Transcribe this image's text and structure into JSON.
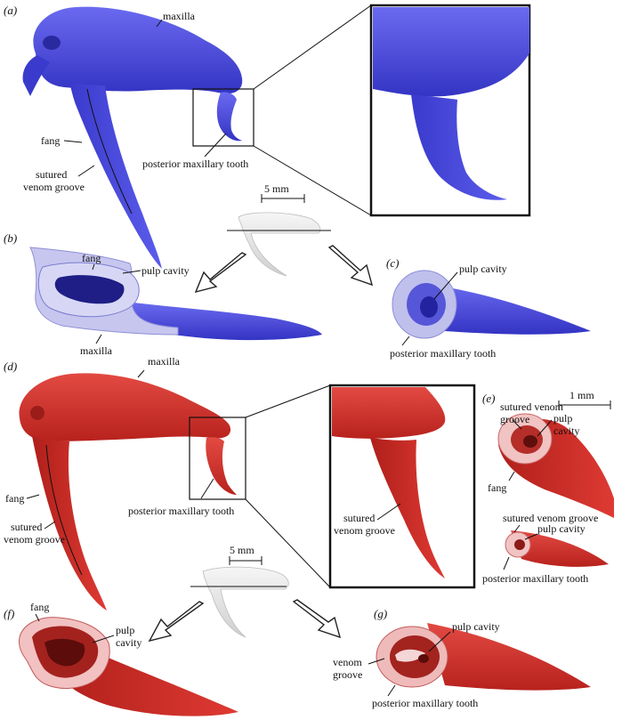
{
  "panels": {
    "a": {
      "tag": "(a)",
      "maxilla": "maxilla",
      "fang": "fang",
      "groove_l1": "sutured",
      "groove_l2": "venom groove",
      "post_tooth": "posterior maxillary tooth"
    },
    "scale_top": "5 mm",
    "b": {
      "tag": "(b)",
      "fang": "fang",
      "pulp": "pulp cavity",
      "maxilla": "maxilla"
    },
    "c": {
      "tag": "(c)",
      "pulp": "pulp cavity",
      "post_tooth": "posterior maxillary tooth"
    },
    "d": {
      "tag": "(d)",
      "maxilla": "maxilla",
      "fang": "fang",
      "groove_l1": "sutured",
      "groove_l2": "venom groove",
      "post_tooth": "posterior maxillary tooth",
      "inset_l1": "sutured",
      "inset_l2": "venom groove"
    },
    "e": {
      "tag": "(e)",
      "scale": "1 mm",
      "groove_l1": "sutured venom",
      "groove_l2": "groove",
      "pulp_l1": "pulp",
      "pulp_l2": "cavity",
      "fang": "fang",
      "groove2": "sutured venom groove",
      "pulp2": "pulp cavity",
      "post_tooth": "posterior maxillary tooth"
    },
    "scale_bottom": "5 mm",
    "f": {
      "tag": "(f)",
      "fang": "fang",
      "pulp_l1": "pulp",
      "pulp_l2": "cavity"
    },
    "g": {
      "tag": "(g)",
      "pulp": "pulp cavity",
      "venom_l1": "venom",
      "venom_l2": "groove",
      "post_tooth": "posterior maxillary tooth"
    }
  },
  "colors": {
    "blue": "#4a4adf",
    "blue_dark": "#2f2fb8",
    "blue_light": "#b9b9ec",
    "red": "#d8332c",
    "red_dark": "#9a1d19",
    "red_light": "#f0bcbc",
    "grey": "#e8e8e8"
  }
}
